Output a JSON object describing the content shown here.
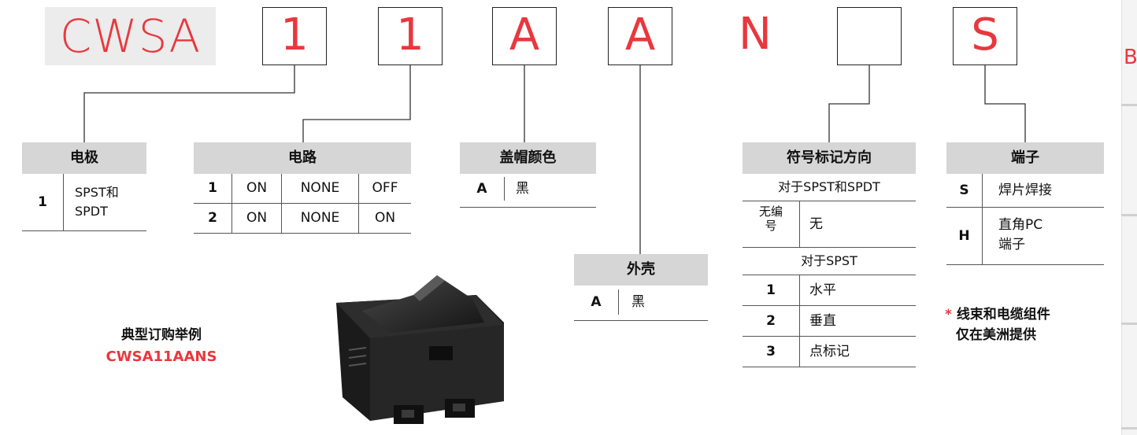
{
  "code": {
    "prefix": "CWSA",
    "slots": [
      "1",
      "1",
      "A",
      "A",
      "N",
      "",
      "S"
    ]
  },
  "sections": {
    "electrode": {
      "title": "电极",
      "rows": [
        {
          "code": "1",
          "desc_line1": "SPST和",
          "desc_line2": "SPDT"
        }
      ]
    },
    "circuit": {
      "title": "电路",
      "rows": [
        {
          "code": "1",
          "c1": "ON",
          "c2": "NONE",
          "c3": "OFF"
        },
        {
          "code": "2",
          "c1": "ON",
          "c2": "NONE",
          "c3": "ON"
        }
      ]
    },
    "cap_color": {
      "title": "盖帽颜色",
      "rows": [
        {
          "code": "A",
          "desc": "黑"
        }
      ]
    },
    "housing": {
      "title": "外壳",
      "rows": [
        {
          "code": "A",
          "desc": "黑"
        }
      ]
    },
    "marking": {
      "title": "符号标记方向",
      "sub1": "对于SPST和SPDT",
      "none_code_l1": "无编",
      "none_code_l2": "号",
      "none_desc": "无",
      "sub2": "对于SPST",
      "rows": [
        {
          "code": "1",
          "desc": "水平"
        },
        {
          "code": "2",
          "desc": "垂直"
        },
        {
          "code": "3",
          "desc": "点标记"
        }
      ]
    },
    "terminal": {
      "title": "端子",
      "rows": [
        {
          "code": "S",
          "desc_line1": "焊片焊接",
          "desc_line2": ""
        },
        {
          "code": "H",
          "desc_line1": "直角PC",
          "desc_line2": "端子"
        }
      ]
    }
  },
  "note": {
    "star": "*",
    "line1": "线束和电缆组件",
    "line2": "仅在美洲提供"
  },
  "example": {
    "label": "典型订购举例",
    "code": "CWSA11AANS"
  },
  "side_tab": {
    "letter": "B"
  },
  "colors": {
    "accent": "#e8383d",
    "header_bg": "#d6d6d6",
    "prefix_bg": "#ececec"
  }
}
